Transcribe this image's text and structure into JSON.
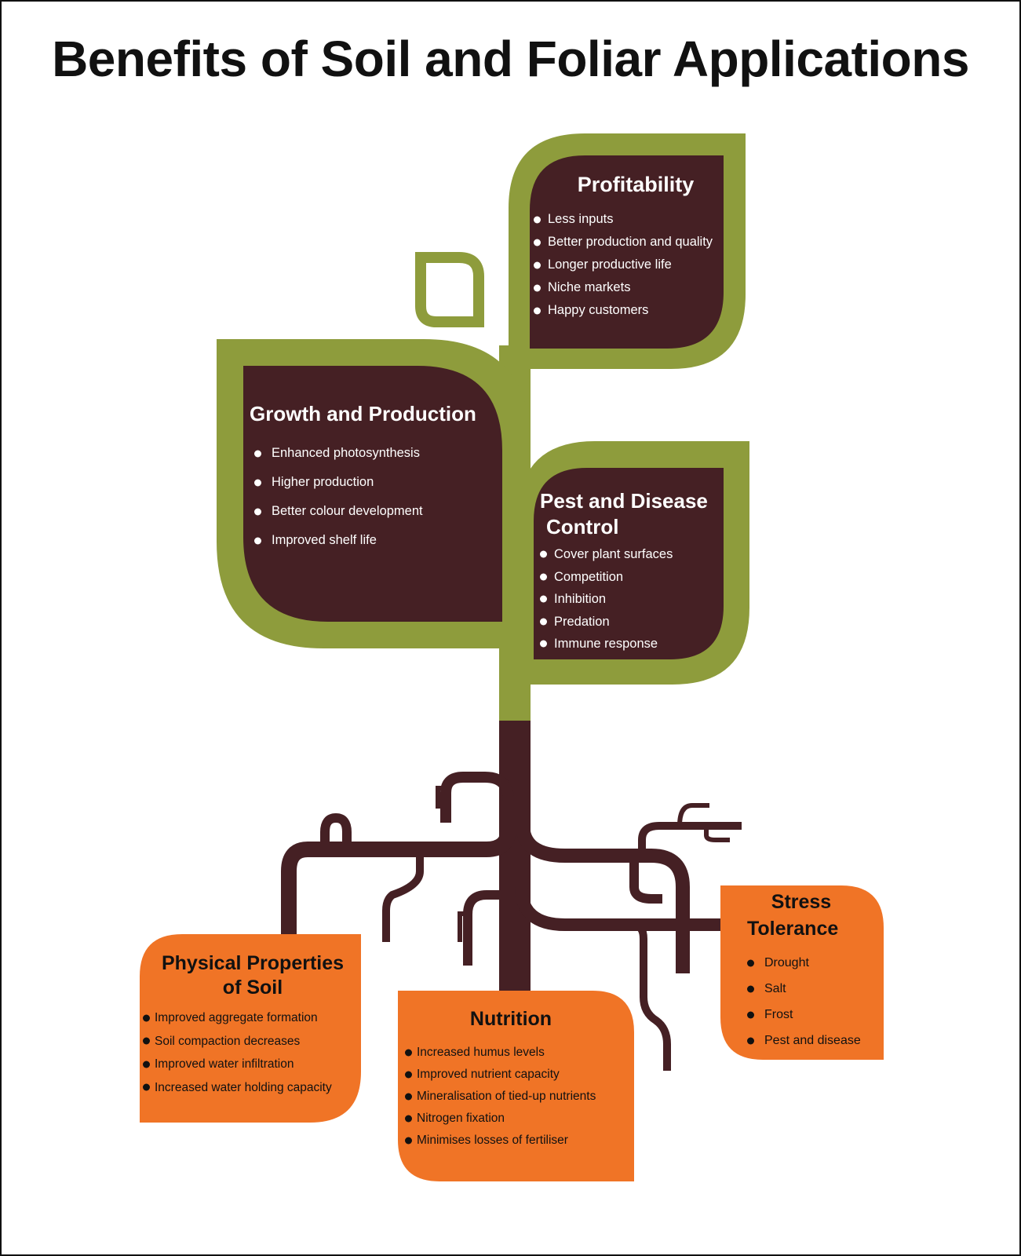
{
  "title": "Benefits of  Soil and Foliar Applications",
  "colors": {
    "leaf_green": "#8e9c3c",
    "leaf_dark": "#452024",
    "root_brown": "#452024",
    "root_box_orange": "#f07426",
    "text_light": "#ffffff",
    "text_dark": "#111111"
  },
  "leaves": {
    "profitability": {
      "title": "Profitability",
      "items": [
        "Less inputs",
        "Better production and quality",
        "Longer productive life",
        "Niche markets",
        "Happy customers"
      ]
    },
    "growth": {
      "title": "Growth and Production",
      "items": [
        "Enhanced photosynthesis",
        "Higher production",
        "Better colour development",
        "Improved shelf life"
      ]
    },
    "pest": {
      "title_line1": "Pest and Disease",
      "title_line2": "Control",
      "items": [
        "Cover plant surfaces",
        "Competition",
        "Inhibition",
        "Predation",
        "Immune response"
      ]
    }
  },
  "roots": {
    "physical": {
      "title_line1": "Physical Properties",
      "title_line2": "of Soil",
      "items": [
        "Improved aggregate formation",
        "Soil compaction decreases",
        "Improved water infiltration",
        "Increased water holding capacity"
      ]
    },
    "nutrition": {
      "title": "Nutrition",
      "items": [
        "Increased humus levels",
        "Improved nutrient capacity",
        "Mineralisation of tied-up nutrients",
        "Nitrogen fixation",
        "Minimises losses of fertiliser"
      ]
    },
    "stress": {
      "title_line1": "Stress",
      "title_line2": "Tolerance",
      "items": [
        "Drought",
        "Salt",
        "Frost",
        "Pest and disease"
      ]
    }
  }
}
